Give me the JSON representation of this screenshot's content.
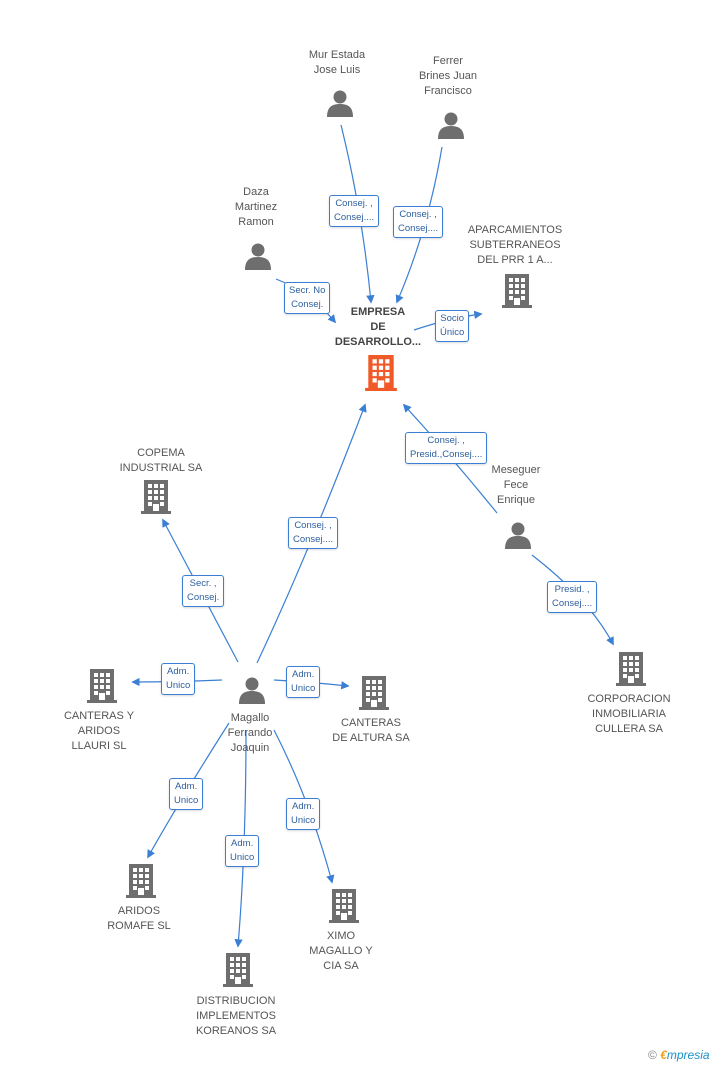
{
  "colors": {
    "edge": "#3b7fd4",
    "person": "#6e6e6e",
    "company": "#6e6e6e",
    "main_company": "#f05a28"
  },
  "nodes": [
    {
      "id": "main",
      "type": "company-main",
      "label": "EMPRESA\nDE\nDESARROLLO..."
    },
    {
      "id": "mur",
      "type": "person",
      "label": "Mur Estada\nJose Luis"
    },
    {
      "id": "ferrer",
      "type": "person",
      "label": "Ferrer\nBrines Juan\nFrancisco"
    },
    {
      "id": "daza",
      "type": "person",
      "label": "Daza\nMartinez\nRamon"
    },
    {
      "id": "aparc",
      "type": "company",
      "label": "APARCAMIENTOS\nSUBTERRANEOS\nDEL PRR 1 A..."
    },
    {
      "id": "meseguer",
      "type": "person",
      "label": "Meseguer\nFece\nEnrique"
    },
    {
      "id": "copema",
      "type": "company",
      "label": "COPEMA\nINDUSTRIAL SA"
    },
    {
      "id": "corpor",
      "type": "company",
      "label": "CORPORACION\nINMOBILIARIA\nCULLERA SA"
    },
    {
      "id": "magallo",
      "type": "person",
      "label": "Magallo\nFerrando\nJoaquin"
    },
    {
      "id": "canteras_llauri",
      "type": "company",
      "label": "CANTERAS Y\nARIDOS\nLLAURI SL"
    },
    {
      "id": "canteras_altura",
      "type": "company",
      "label": "CANTERAS\nDE ALTURA SA"
    },
    {
      "id": "aridos",
      "type": "company",
      "label": "ARIDOS\nROMAFE SL"
    },
    {
      "id": "ximo",
      "type": "company",
      "label": "XIMO\nMAGALLO Y\nCIA SA"
    },
    {
      "id": "distrib",
      "type": "company",
      "label": "DISTRIBUCION\nIMPLEMENTOS\nKOREANOS SA"
    }
  ],
  "edges": [
    {
      "from": "mur",
      "to": "main",
      "label": "Consej. ,\nConsej...."
    },
    {
      "from": "ferrer",
      "to": "main",
      "label": "Consej. ,\nConsej...."
    },
    {
      "from": "daza",
      "to": "main",
      "label": "Secr.  No\nConsej."
    },
    {
      "from": "main",
      "to": "aparc",
      "label": "Socio\nÚnico"
    },
    {
      "from": "meseguer",
      "to": "main",
      "label": "Consej. ,\nPresid.,Consej...."
    },
    {
      "from": "meseguer",
      "to": "corpor",
      "label": "Presid. ,\nConsej...."
    },
    {
      "from": "magallo",
      "to": "main",
      "label": "Consej. ,\nConsej...."
    },
    {
      "from": "magallo",
      "to": "copema",
      "label": "Secr. ,\nConsej."
    },
    {
      "from": "magallo",
      "to": "canteras_llauri",
      "label": "Adm.\nUnico"
    },
    {
      "from": "magallo",
      "to": "canteras_altura",
      "label": "Adm.\nUnico"
    },
    {
      "from": "magallo",
      "to": "aridos",
      "label": "Adm.\nUnico"
    },
    {
      "from": "magallo",
      "to": "distrib",
      "label": "Adm.\nUnico"
    },
    {
      "from": "magallo",
      "to": "ximo",
      "label": "Adm.\nUnico"
    }
  ],
  "footer": {
    "copyright": "©",
    "brand_e": "€",
    "brand_rest": "mpresia"
  }
}
